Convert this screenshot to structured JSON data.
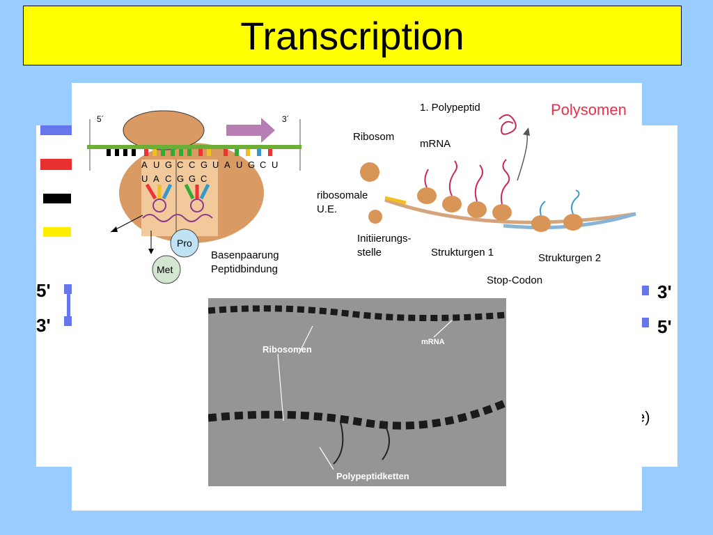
{
  "slide": {
    "title": "Transcription"
  },
  "back_slide": {
    "end_labels": {
      "left_top": "5'",
      "left_bottom": "3'",
      "right_top": "3'",
      "right_bottom": "5'"
    },
    "partial_text": "e)"
  },
  "ribosome_diagram": {
    "strand_5": "5´",
    "strand_3": "3´",
    "mrna_letters": [
      "A",
      "U",
      "G",
      "C",
      "C",
      "G",
      "U",
      "A",
      "U",
      "G",
      "C",
      "U"
    ],
    "anticodon_letters": [
      "U",
      "A",
      "C",
      "G",
      "G",
      "C"
    ],
    "amino_pro": "Pro",
    "amino_met": "Met",
    "caption_1": "Basenpaarung",
    "caption_2": "Peptidbindung"
  },
  "polysome_diagram": {
    "title": "Polysomen",
    "label_polypeptid": "1. Polypeptid",
    "label_ribosom": "Ribosom",
    "label_mrna": "mRNA",
    "label_ribosomale_1": "ribosomale",
    "label_ribosomale_2": "U.E.",
    "label_init_1": "Initiierungs-",
    "label_init_2": "stelle",
    "label_gen1": "Strukturgen 1",
    "label_gen2": "Strukturgen 2",
    "label_stop": "Stop-Codon",
    "colors": {
      "title": "#e8304a",
      "ribosome": "#d99457",
      "mrna": "#88b5d6"
    }
  },
  "micrograph": {
    "label_ribosomen": "Ribosomen",
    "label_mrna": "mRNA",
    "label_polypeptid": "Polypeptidketten"
  }
}
